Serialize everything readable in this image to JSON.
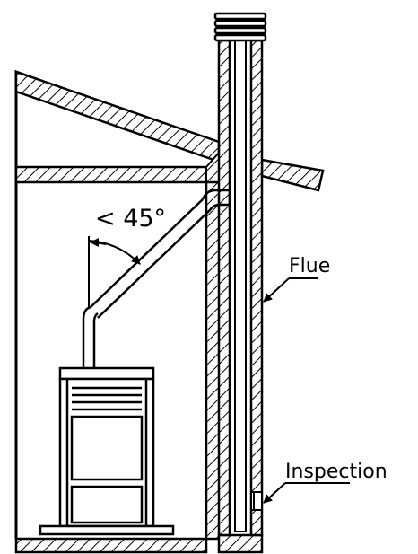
{
  "diagram": {
    "angle_label": "< 45°",
    "flue_label": "Flue",
    "inspection_label": "Inspection"
  },
  "colors": {
    "line": "#000000",
    "background": "#ffffff"
  }
}
